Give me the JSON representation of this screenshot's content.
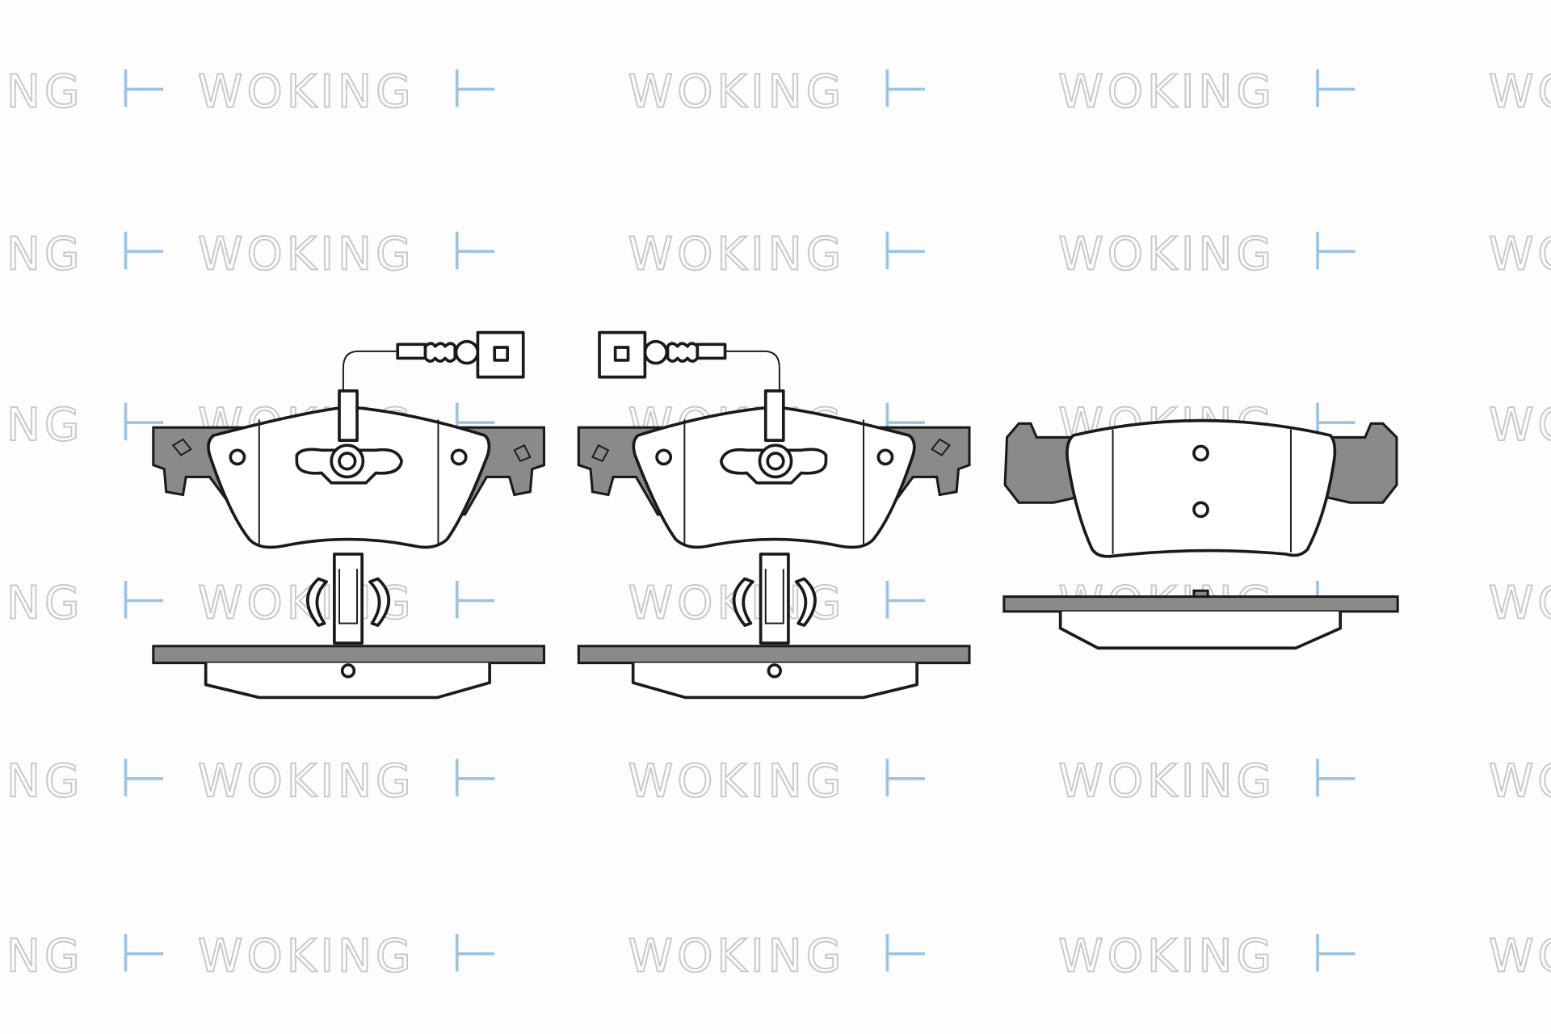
{
  "watermark": {
    "text": "WOKING",
    "accent": "#9cc3e6",
    "color": "#c9c9c9"
  },
  "drawing": {
    "title": "Brake pad set technical drawing",
    "pads": [
      {
        "id": "pad-with-sensor-left",
        "has_wear_sensor": true
      },
      {
        "id": "pad-with-sensor-right",
        "has_wear_sensor": true
      },
      {
        "id": "pad-plain",
        "has_wear_sensor": false
      }
    ],
    "plate_color": "#8a8a8a",
    "line_color": "#1a1a1a"
  }
}
